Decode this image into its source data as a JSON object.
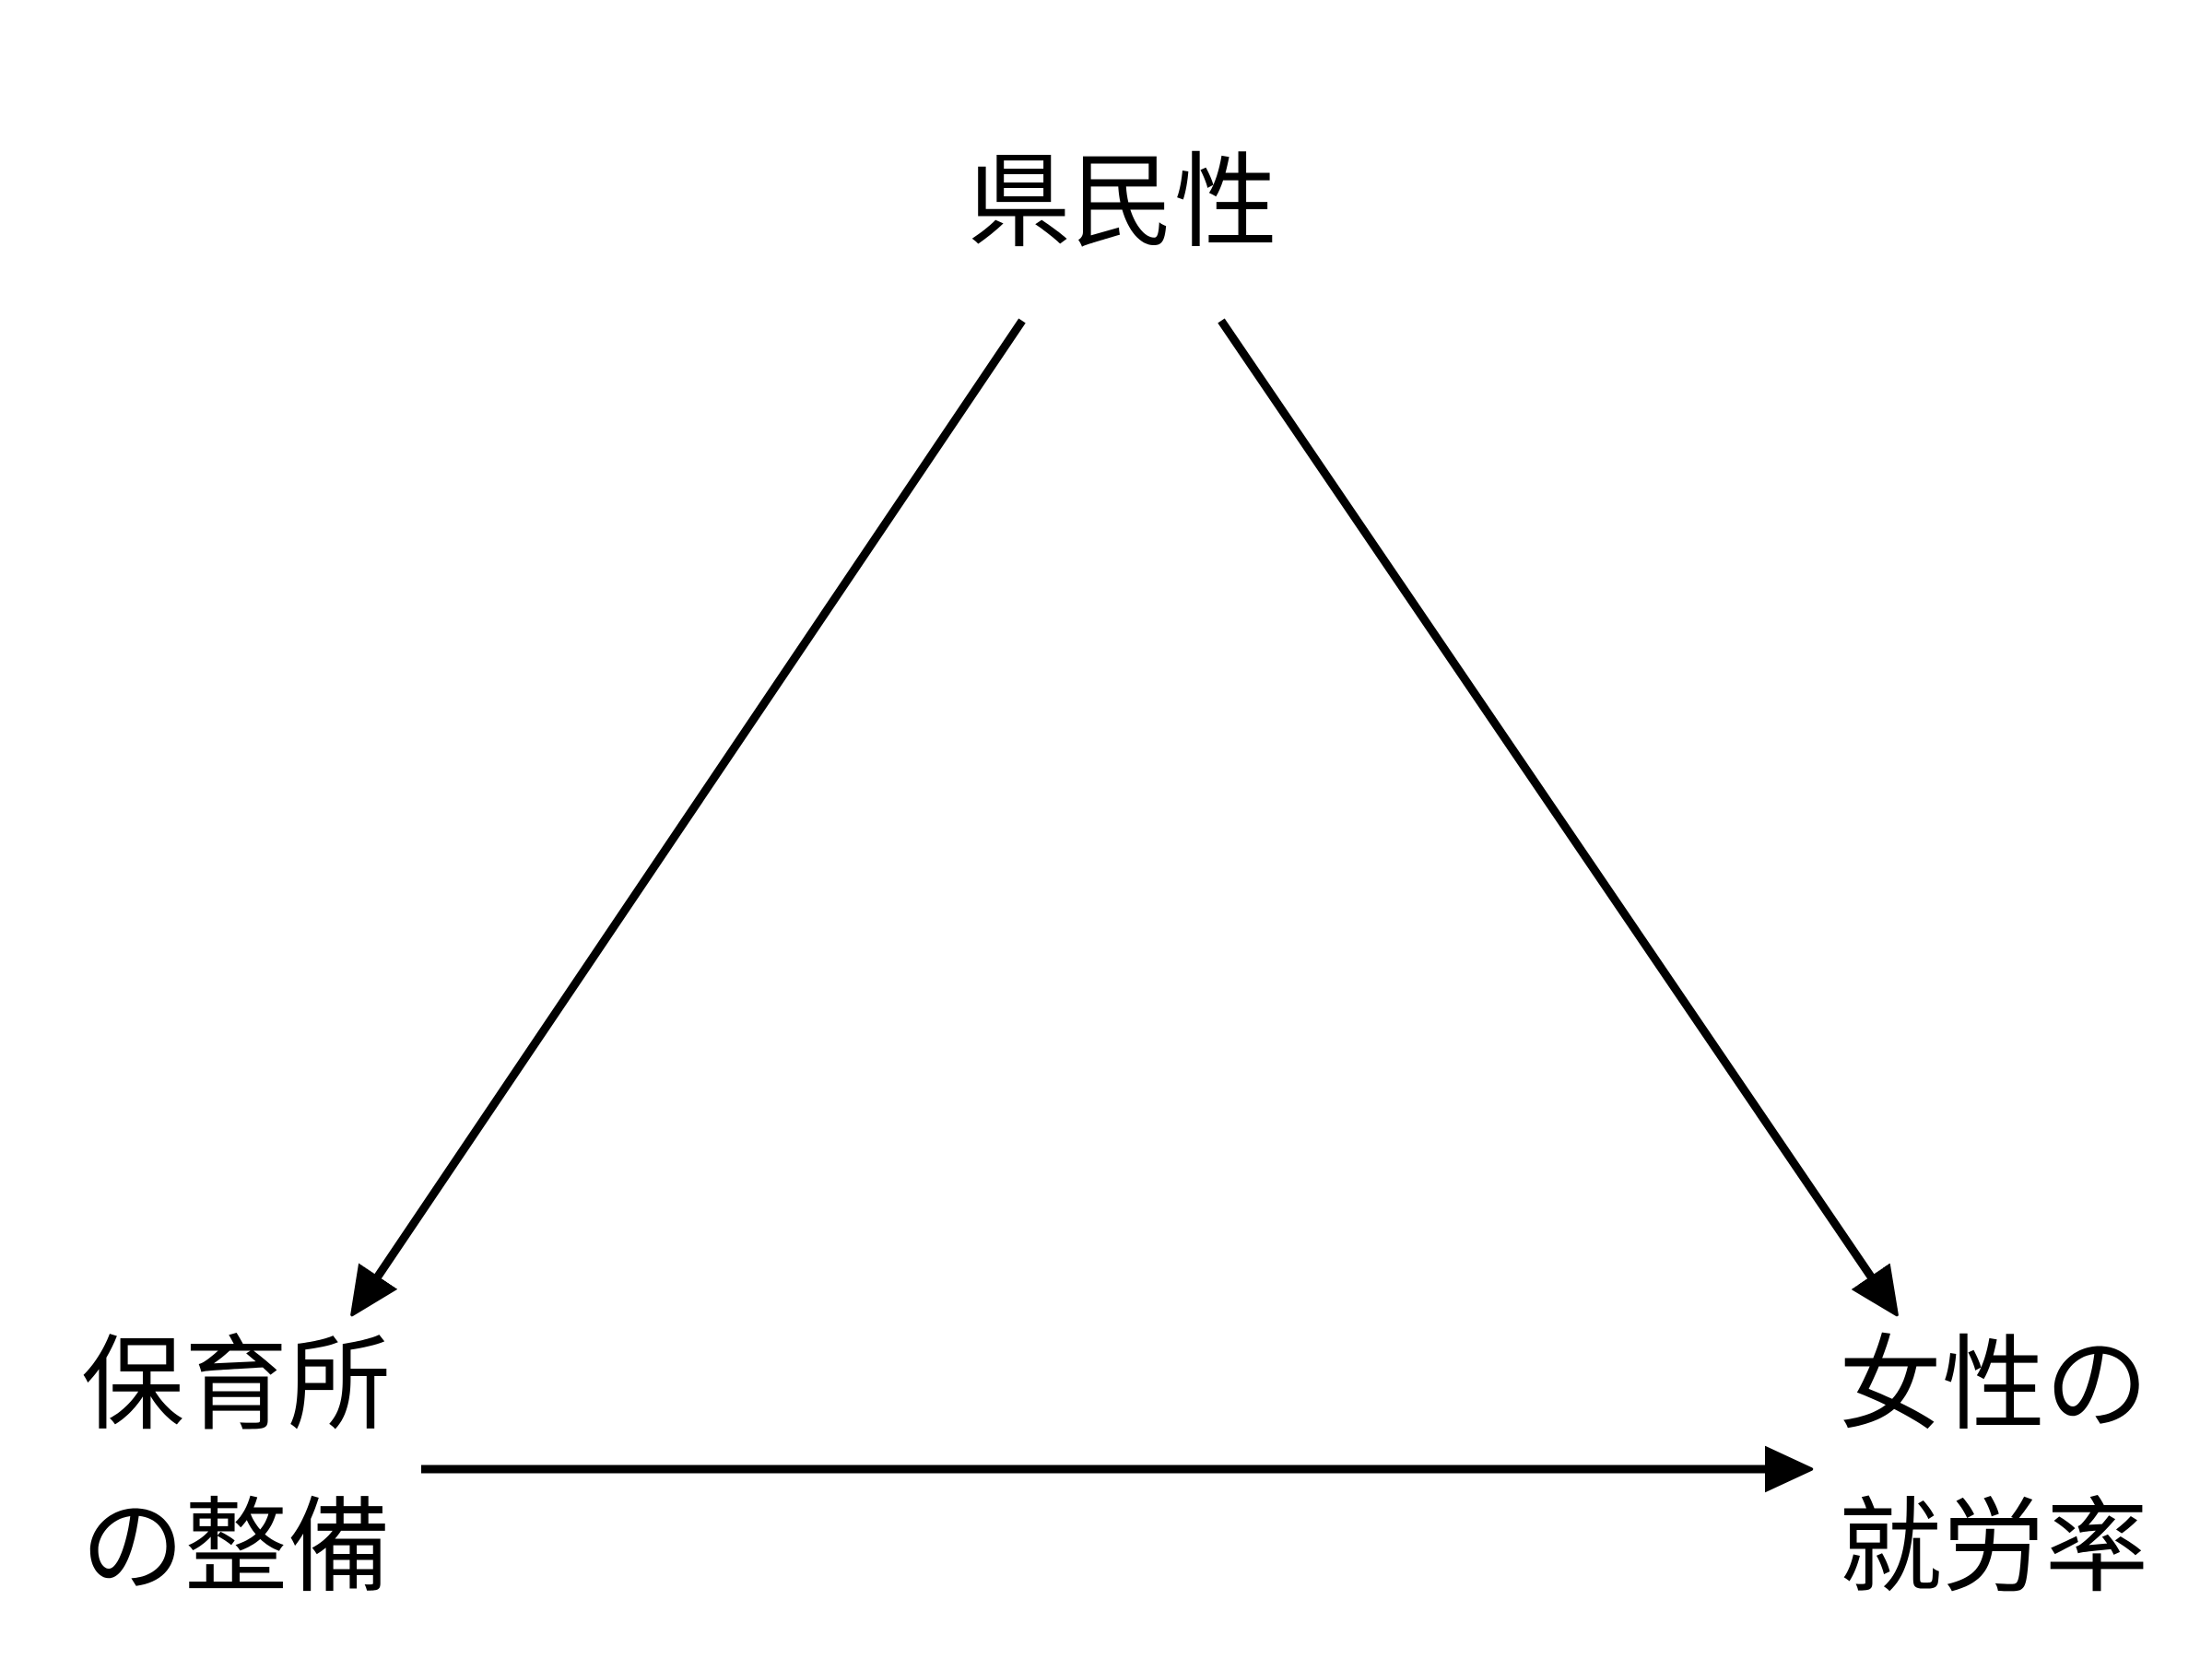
{
  "nodes": {
    "top": {
      "lines": [
        "県民性"
      ]
    },
    "left": {
      "lines": [
        "保育所",
        "の整備"
      ]
    },
    "right": {
      "lines": [
        "女性の",
        "就労率"
      ]
    }
  },
  "edges": [
    {
      "from": "県民性",
      "to": "保育所の整備"
    },
    {
      "from": "県民性",
      "to": "女性の就労率"
    },
    {
      "from": "保育所の整備",
      "to": "女性の就労率"
    }
  ],
  "colors": {
    "line": "#000000",
    "text": "#000000"
  }
}
